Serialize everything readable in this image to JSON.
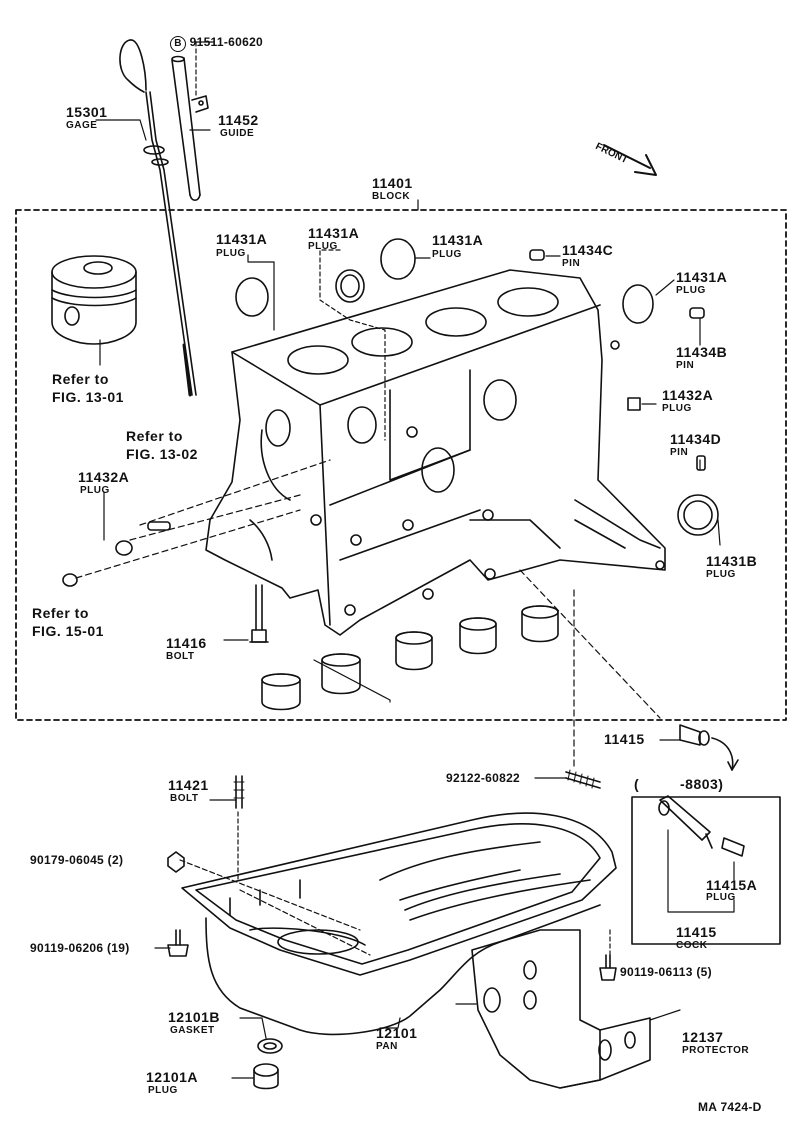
{
  "diagram": {
    "code": "MA  7424-D",
    "front": "FRONT",
    "labels": {
      "bolt_b": {
        "sym": "B",
        "num": "91511-60620"
      },
      "gage": {
        "num": "15301",
        "cap": "GAGE"
      },
      "guide": {
        "num": "11452",
        "cap": "GUIDE"
      },
      "block": {
        "num": "11401",
        "cap": "BLOCK"
      },
      "plug1": {
        "num": "11431A",
        "cap": "PLUG"
      },
      "plug2": {
        "num": "11431A",
        "cap": "PLUG"
      },
      "plug3": {
        "num": "11431A",
        "cap": "PLUG"
      },
      "pin_c": {
        "num": "11434C",
        "cap": "PIN"
      },
      "plug4": {
        "num": "11431A",
        "cap": "PLUG"
      },
      "pin_b": {
        "num": "11434B",
        "cap": "PIN"
      },
      "plug_2a_r": {
        "num": "11432A",
        "cap": "PLUG"
      },
      "pin_d": {
        "num": "11434D",
        "cap": "PIN"
      },
      "plug_b": {
        "num": "11431B",
        "cap": "PLUG"
      },
      "plug_2a_l": {
        "num": "11432A",
        "cap": "PLUG"
      },
      "ref13_01": {
        "l1": "Refer to",
        "l2": "FIG. 13-01"
      },
      "ref13_02": {
        "l1": "Refer to",
        "l2": "FIG. 13-02"
      },
      "ref15_01": {
        "l1": "Refer to",
        "l2": "FIG. 15-01"
      },
      "bolt16": {
        "num": "11416",
        "cap": "BOLT"
      },
      "p11415": {
        "num": "11415"
      },
      "stud": {
        "num": "92122-60822"
      },
      "range": {
        "l": "(",
        "r": "-8803)"
      },
      "bolt21": {
        "num": "11421",
        "cap": "BOLT"
      },
      "p90179": {
        "num": "90179-06045 (2)"
      },
      "p90119a": {
        "num": "90119-06206 (19)"
      },
      "p90119b": {
        "num": "90119-06113 (5)"
      },
      "plug_15a": {
        "num": "11415A",
        "cap": "PLUG"
      },
      "cock": {
        "num": "11415",
        "cap": "COCK"
      },
      "gasket": {
        "num": "12101B",
        "cap": "GASKET"
      },
      "pan": {
        "num": "12101",
        "cap": "PAN"
      },
      "protector": {
        "num": "12137",
        "cap": "PROTECTOR"
      },
      "plug_pan": {
        "num": "12101A",
        "cap": "PLUG"
      }
    }
  }
}
